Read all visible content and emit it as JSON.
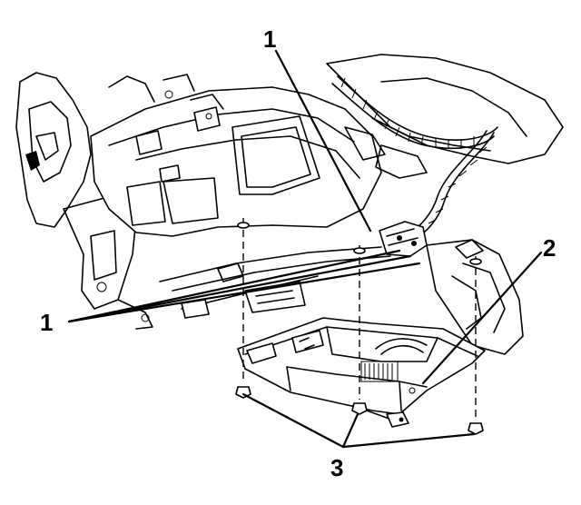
{
  "callouts": {
    "c1_top": "1",
    "c1_left": "1",
    "c2": "2",
    "c3": "3"
  },
  "parts": [
    {
      "label": "1",
      "icon": "fastener-icon"
    },
    {
      "label": "2",
      "icon": "control-module-icon"
    },
    {
      "label": "3",
      "icon": "bolt-icon"
    }
  ]
}
